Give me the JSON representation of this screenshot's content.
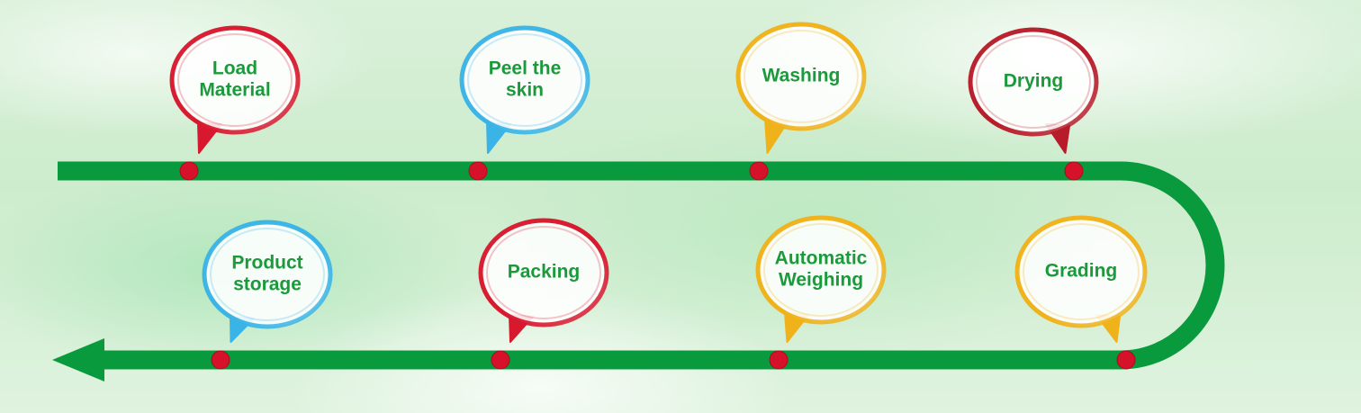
{
  "colors": {
    "track": "#0a9a3e",
    "dot": "#d6122a",
    "text": "#1a9a3a",
    "red": "#d8182e",
    "blue": "#3ab4e6",
    "orange": "#f0b21a",
    "darkred": "#b81c2a"
  },
  "steps": [
    {
      "label": [
        "Load",
        "Material"
      ],
      "color": "red"
    },
    {
      "label": [
        "Peel the",
        "skin"
      ],
      "color": "blue"
    },
    {
      "label": [
        "Washing"
      ],
      "color": "orange"
    },
    {
      "label": [
        "Drying"
      ],
      "color": "darkred"
    },
    {
      "label": [
        "Grading"
      ],
      "color": "orange"
    },
    {
      "label": [
        "Automatic",
        "Weighing"
      ],
      "color": "orange"
    },
    {
      "label": [
        "Packing"
      ],
      "color": "red"
    },
    {
      "label": [
        "Product",
        "storage"
      ],
      "color": "blue"
    }
  ]
}
